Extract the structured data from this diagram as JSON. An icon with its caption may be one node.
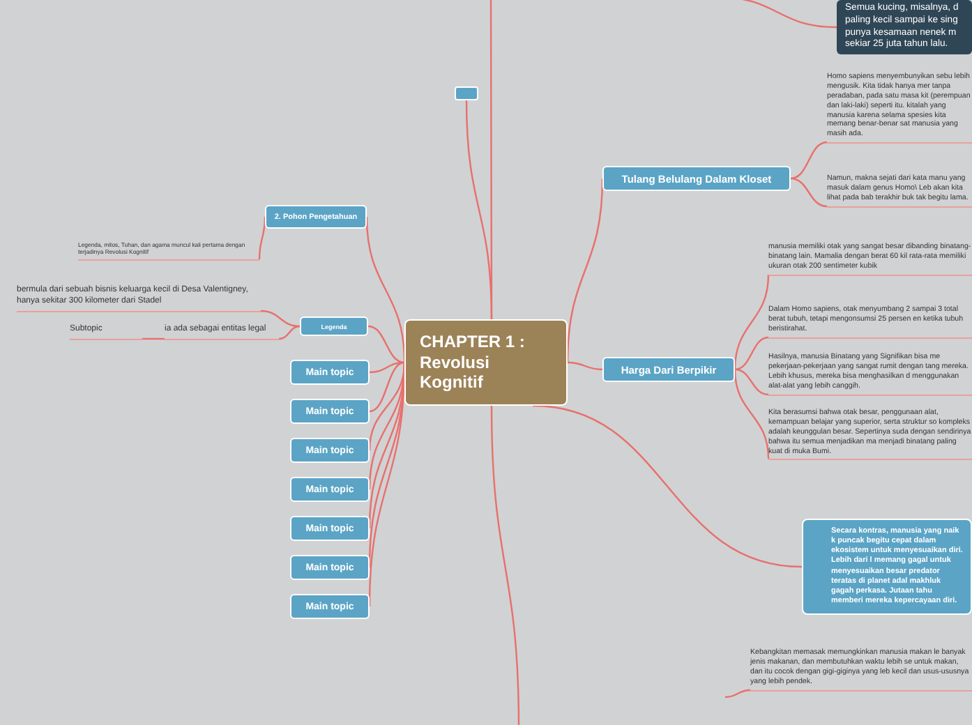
{
  "diagram": {
    "nodes": [
      {
        "text": [
          "CHAPTER 1 : Revolusi Kognitif"
        ]
      },
      {
        "text": [],
        "shape": "box"
      },
      {
        "text": [
          "2. Pohon Pengetahuan"
        ]
      },
      {
        "text": [
          "Legenda, mitos, Tuhan, dan agama muncul kali pertama dengan terjadinya Revolusi Kognitif"
        ]
      },
      {
        "text": [
          "Legenda"
        ]
      },
      {
        "text": [
          "bermula dari sebuah bisnis keluarga kecil di Desa Valentigney, hanya sekitar 300 kilometer dari Stadel"
        ]
      },
      {
        "text": [
          "Subtopic"
        ]
      },
      {
        "text": [
          "ia ada sebagai entitas legal"
        ]
      },
      {
        "text": [
          "Main topic"
        ]
      },
      {
        "text": [
          "Main topic"
        ]
      },
      {
        "text": [
          "Main topic"
        ]
      },
      {
        "text": [
          "Main topic"
        ]
      },
      {
        "text": [
          "Main topic"
        ]
      },
      {
        "text": [
          "Main topic"
        ]
      },
      {
        "text": [
          "Main topic"
        ]
      },
      {
        "text": [
          "Tulang Belulang Dalam Kloset"
        ]
      },
      {
        "text": [
          "Homo sapiens menyembunyikan sebu lebih mengusik. Kita tidak hanya mer tanpa peradaban, pada satu masa kit (perempuan dan laki-laki) seperti itu. kitalah yang manusia karena selama spesies kita memang benar-benar sat manusia yang masih ada."
        ]
      },
      {
        "text": [
          "Namun, makna sejati dari kata manu yang masuk dalam genus Homo\\ Leb akan kita lihat pada bab terakhir buk tak begitu lama."
        ]
      },
      {
        "text": [
          "Harga Dari Berpikir"
        ]
      },
      {
        "text": [
          "manusia memiliki otak yang sangat besar dibanding binatang-binatang lain. Mamalia dengan berat 60 kil rata-rata memiliki ukuran otak 200 sentimeter kubik"
        ]
      },
      {
        "text": [
          "Dalam Homo sapiens, otak menyumbang 2 sampai 3 total berat tubuh, tetapi mengonsumsi 25 persen en ketika tubuh beristirahat."
        ]
      },
      {
        "text": [
          "Hasilnya, manusia Binatang yang Signifikan bisa me pekerjaan-pekerjaan yang sangat rumit dengan tang mereka. Lebih khusus, mereka bisa menghasilkan d menggunakan alat-alat yang lebih canggih."
        ]
      },
      {
        "text": [
          "Kita berasumsi bahwa otak besar, penggunaan alat, kemampuan belajar yang superior, serta struktur so kompleks adalah keunggulan besar. Sepertinya suda dengan sendirinya bahwa itu semua menjadikan ma menjadi binatang paling kuat di muka Bumi."
        ]
      },
      {
        "text": [
          "Semua kucing, misalnya, d paling kecil sampai ke sing punya kesamaan nenek m sekiar 25 juta tahun lalu."
        ]
      },
      {
        "text": [
          "Secara kontras, manusia yang naik k puncak begitu cepat dalam ekosistem untuk menyesuaikan diri. Lebih dari l memang gagal untuk menyesuaikan besar predator teratas di planet adal makhluk gagah perkasa. Jutaan tahu memberi mereka kepercayaan diri."
        ]
      },
      {
        "text": [
          "Kebangkitan memasak memungkinkan manusia makan le banyak jenis makanan, dan membutuhkan waktu lebih se untuk makan, dan itu cocok dengan gigi-giginya yang leb kecil dan usus-ususnya yang lebih pendek."
        ]
      }
    ],
    "edges": [
      {
        "from": 0,
        "to": 1,
        "arrow": "none"
      },
      {
        "from": 0,
        "to": 2,
        "arrow": "none"
      },
      {
        "from": 2,
        "to": 3,
        "arrow": "none"
      },
      {
        "from": 0,
        "to": 4,
        "arrow": "none"
      },
      {
        "from": 4,
        "to": 5,
        "arrow": "none"
      },
      {
        "from": 4,
        "to": 7,
        "arrow": "none"
      },
      {
        "from": 7,
        "to": 6,
        "arrow": "none"
      },
      {
        "from": 0,
        "to": 8,
        "arrow": "none"
      },
      {
        "from": 0,
        "to": 9,
        "arrow": "none"
      },
      {
        "from": 0,
        "to": 10,
        "arrow": "none"
      },
      {
        "from": 0,
        "to": 11,
        "arrow": "none"
      },
      {
        "from": 0,
        "to": 12,
        "arrow": "none"
      },
      {
        "from": 0,
        "to": 13,
        "arrow": "none"
      },
      {
        "from": 0,
        "to": 14,
        "arrow": "none"
      },
      {
        "from": 0,
        "to": 15,
        "arrow": "none"
      },
      {
        "from": 15,
        "to": 16,
        "arrow": "none"
      },
      {
        "from": 15,
        "to": 17,
        "arrow": "none"
      },
      {
        "from": 0,
        "to": 18,
        "arrow": "none"
      },
      {
        "from": 18,
        "to": 19,
        "arrow": "none"
      },
      {
        "from": 18,
        "to": 20,
        "arrow": "none"
      },
      {
        "from": 18,
        "to": 21,
        "arrow": "none"
      },
      {
        "from": 18,
        "to": 22,
        "arrow": "none"
      },
      {
        "from": null,
        "to": 23,
        "arrow": "none"
      },
      {
        "from": 0,
        "to": 24,
        "arrow": "none"
      },
      {
        "from": null,
        "to": 25,
        "arrow": "none"
      },
      {
        "from": 0,
        "to": null,
        "arrow": "none"
      },
      {
        "from": 0,
        "to": null,
        "arrow": "none"
      }
    ]
  }
}
